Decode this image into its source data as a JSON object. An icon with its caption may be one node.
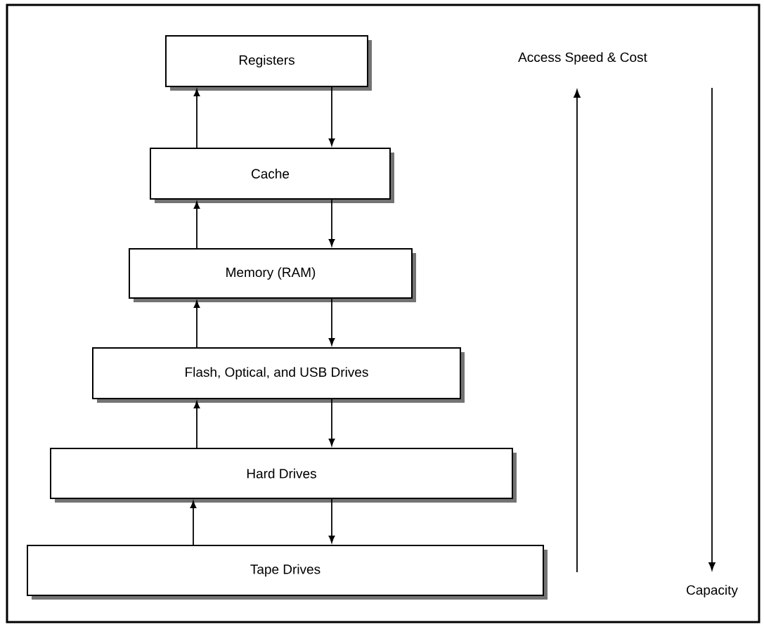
{
  "diagram": {
    "nodes": [
      {
        "text": [
          "Registers"
        ]
      },
      {
        "text": [
          "Cache"
        ]
      },
      {
        "text": [
          "Memory (RAM)"
        ]
      },
      {
        "text": [
          "Flash, Optical, and USB Drives"
        ]
      },
      {
        "text": [
          "Hard Drives"
        ]
      },
      {
        "text": [
          "Tape Drives"
        ]
      }
    ],
    "edges": [
      {
        "from": 1,
        "to": 0,
        "arrow": "to"
      },
      {
        "from": 0,
        "to": 1,
        "arrow": "to"
      },
      {
        "from": 2,
        "to": 1,
        "arrow": "to"
      },
      {
        "from": 1,
        "to": 2,
        "arrow": "to"
      },
      {
        "from": 3,
        "to": 2,
        "arrow": "to"
      },
      {
        "from": 2,
        "to": 3,
        "arrow": "to"
      },
      {
        "from": 4,
        "to": 3,
        "arrow": "to"
      },
      {
        "from": 3,
        "to": 4,
        "arrow": "to"
      },
      {
        "from": 5,
        "to": 4,
        "arrow": "to"
      },
      {
        "from": 4,
        "to": 5,
        "arrow": "to"
      }
    ],
    "labels": [
      "Access Speed & Cost",
      "Capacity"
    ]
  }
}
